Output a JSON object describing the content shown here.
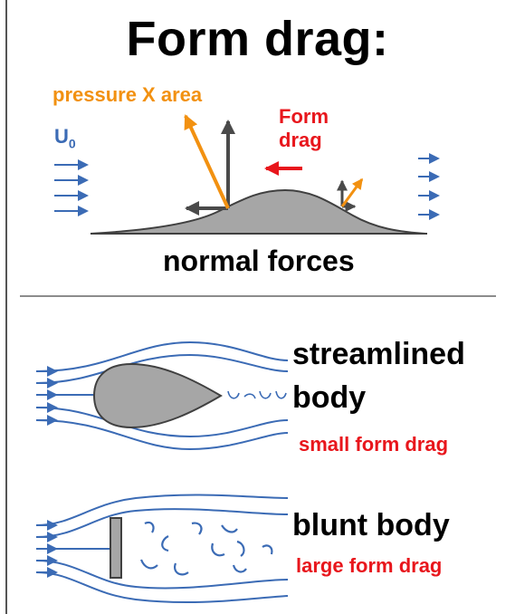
{
  "title": "Form drag:",
  "top_panel": {
    "pressure_label": "pressure X area",
    "form_drag_label_line1": "Form",
    "form_drag_label_line2": "drag",
    "velocity_label": "U",
    "velocity_subscript": "0",
    "caption": "normal forces"
  },
  "bottom_panel": {
    "streamlined_line1": "streamlined",
    "streamlined_line2": "body",
    "streamlined_note": "small form drag",
    "blunt_title": "blunt body",
    "blunt_note": "large form drag"
  },
  "colors": {
    "orange": "#f29111",
    "red": "#e8161c",
    "blue": "#3b6bb5",
    "grey_arrow": "#4a4a4a",
    "body_fill": "#a6a6a6"
  }
}
